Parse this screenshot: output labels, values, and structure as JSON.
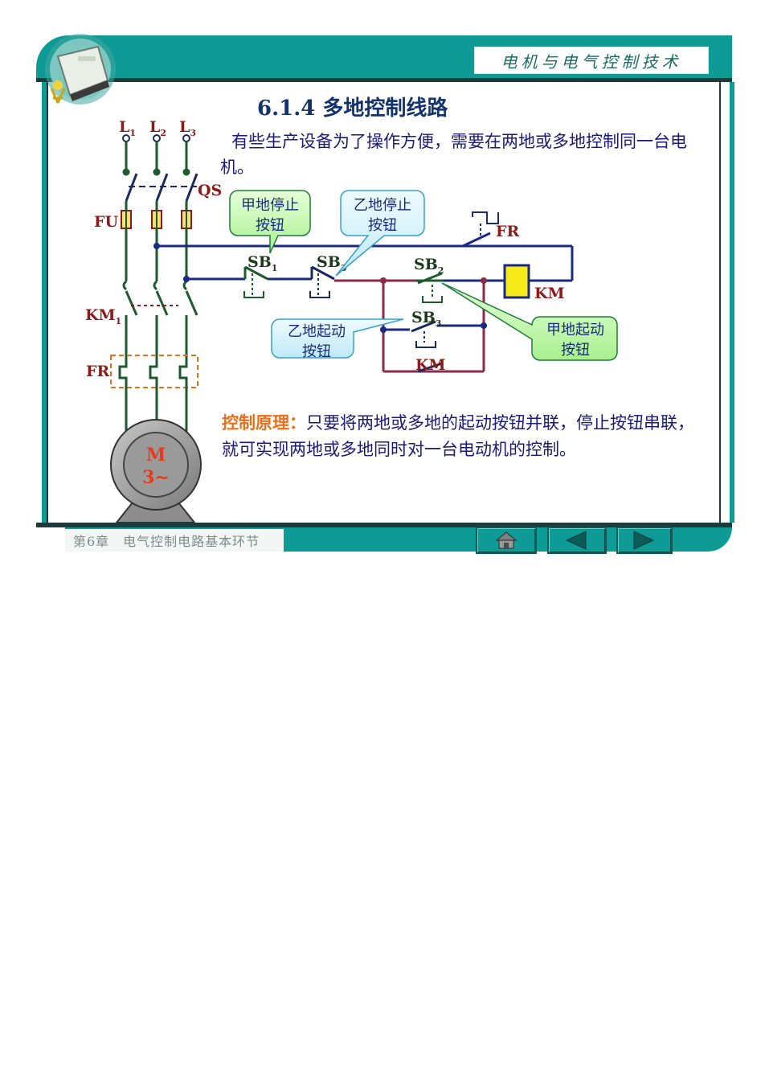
{
  "header": {
    "course_title": "电机与电气控制技术"
  },
  "footer": {
    "chapter": "第6章　电气控制电路基本环节"
  },
  "nav": [
    "home-icon",
    "prev-arrow-icon",
    "next-arrow-icon"
  ],
  "slide": {
    "title": "6.1.4  多地控制线路",
    "intro": "有些生产设备为了操作方便，需要在两地或多地控制同一台电机。",
    "principle_label": "控制原理：",
    "principle_text": "只要将两地或多地的起动按钮并联，停止按钮串联，就可实现两地或多地同时对一台电动机的控制。"
  },
  "diagram": {
    "phases": {
      "L": "L",
      "s1": "1",
      "s2": "2",
      "s3": "3"
    },
    "qs": "QS",
    "fu": "FU",
    "km1": {
      "base": "KM",
      "sub": "1"
    },
    "fr_main": "FR",
    "fr_ctrl": "FR",
    "motor": {
      "line1": "M",
      "line2": "3~"
    },
    "sb1": {
      "base": "SB",
      "sub": "1"
    },
    "sb3_stop": {
      "base": "SB",
      "sub": "3"
    },
    "sb2": {
      "base": "SB",
      "sub": "2"
    },
    "sb3_start": {
      "base": "SB",
      "sub": "3"
    },
    "km_coil": "KM",
    "km_contact": "KM",
    "callouts": {
      "jia_stop": [
        "甲地停止",
        "按钮"
      ],
      "yi_stop": [
        "乙地停止",
        "按钮"
      ],
      "yi_start": [
        "乙地起动",
        "按钮"
      ],
      "jia_start": [
        "甲地起动",
        "按钮"
      ]
    }
  },
  "colors": {
    "teal": "#0f9b95",
    "navy": "#1a1a7a",
    "dark_red": "#8b1a1a",
    "orange": "#e8701a",
    "wire_green": "#1f5a2e",
    "wire_blue": "#1a2a80",
    "wire_maroon": "#8b2a4a"
  }
}
